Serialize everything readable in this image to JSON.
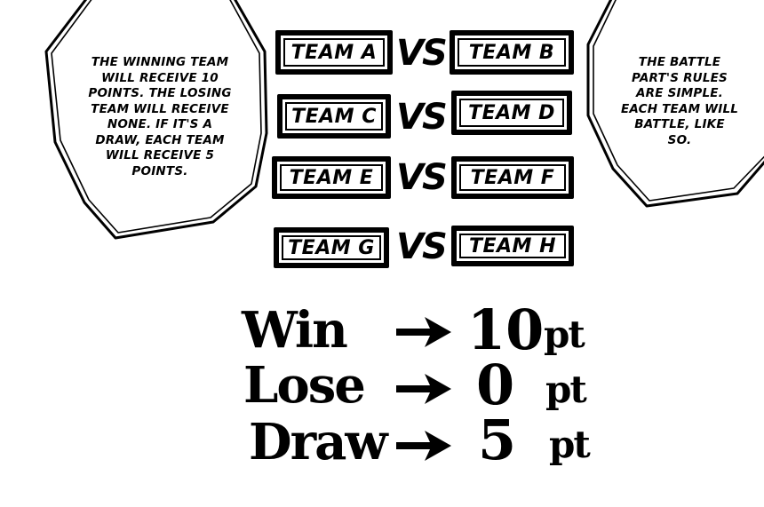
{
  "bubbles": {
    "left": {
      "lines": [
        "THE WINNING TEAM",
        "WILL RECEIVE 10",
        "POINTS. THE LOSING",
        "TEAM WILL RECEIVE",
        "NONE. IF IT'S A",
        "DRAW, EACH TEAM",
        "WILL RECEIVE 5",
        "POINTS."
      ]
    },
    "right": {
      "lines": [
        "THE BATTLE",
        "PART'S RULES",
        "ARE SIMPLE.",
        "EACH TEAM WILL",
        "BATTLE, LIKE",
        "SO."
      ]
    }
  },
  "matchups": [
    {
      "left": "TEAM A",
      "vs": "VS",
      "right": "TEAM B"
    },
    {
      "left": "TEAM C",
      "vs": "VS",
      "right": "TEAM D"
    },
    {
      "left": "TEAM E",
      "vs": "VS",
      "right": "TEAM F"
    },
    {
      "left": "TEAM G",
      "vs": "VS",
      "right": "TEAM H"
    }
  ],
  "scoring": [
    {
      "label": "Win",
      "arrow_icon": "right-arrow-icon",
      "value": "10",
      "unit": "pt"
    },
    {
      "label": "Lose",
      "arrow_icon": "right-arrow-icon",
      "value": "0",
      "unit": "pt"
    },
    {
      "label": "Draw",
      "arrow_icon": "right-arrow-icon",
      "value": "5",
      "unit": "pt"
    }
  ],
  "colors": {
    "ink": "#000000",
    "paper": "#ffffff"
  }
}
